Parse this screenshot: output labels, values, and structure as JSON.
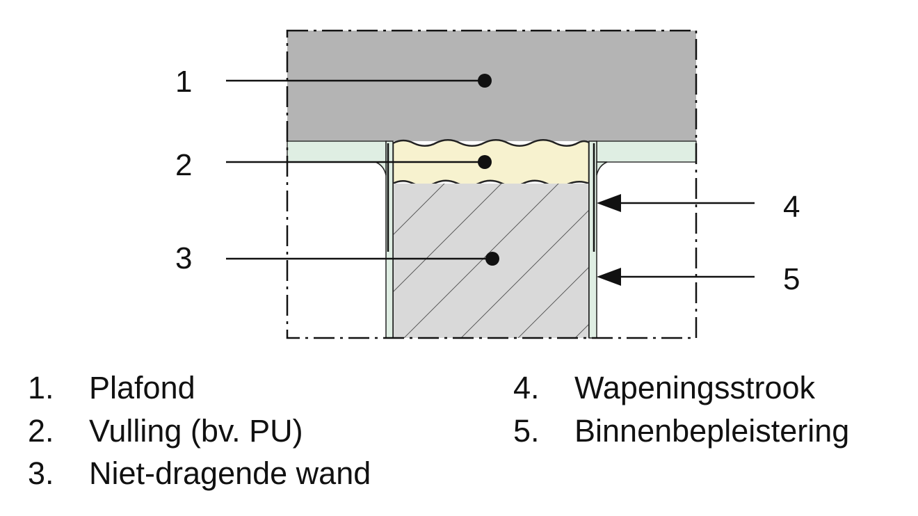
{
  "diagram": {
    "callouts": [
      "1",
      "2",
      "3",
      "4",
      "5"
    ],
    "colors": {
      "ceiling": "#b4b4b4",
      "filling": "#f7f2cf",
      "wall": "#d9d9d9",
      "finish_layer": "#dfeee3",
      "lines": "#111111"
    }
  },
  "legend": {
    "items": [
      {
        "num": "1.",
        "label": "Plafond"
      },
      {
        "num": "2.",
        "label": "Vulling (bv. PU)"
      },
      {
        "num": "3.",
        "label": "Niet-dragende wand"
      },
      {
        "num": "4.",
        "label": "Wapeningsstrook"
      },
      {
        "num": "5.",
        "label": "Binnenbepleistering"
      }
    ]
  }
}
